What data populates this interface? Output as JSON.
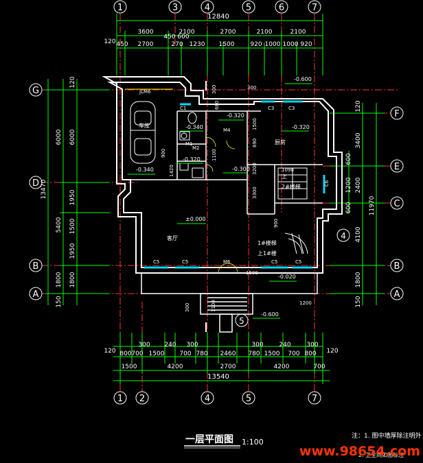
{
  "grid_top": [
    "1",
    "3",
    "4",
    "5",
    "6",
    "7"
  ],
  "grid_bottom": [
    "1",
    "2",
    "4",
    "5",
    "7"
  ],
  "grid_left": [
    "G",
    "D",
    "B",
    "A"
  ],
  "grid_right": [
    "F",
    "E",
    "C",
    "B",
    "A"
  ],
  "grid_mid": [
    "4",
    "5"
  ],
  "top_dims": {
    "total": "12840",
    "row2": [
      "3600",
      "2100",
      "2700",
      "2100",
      "2100"
    ],
    "row3": [
      "120",
      "450",
      "2700",
      "450",
      "600",
      "270",
      "1230",
      "1500",
      "920",
      "1000",
      "1000",
      "920"
    ]
  },
  "bottom_dims": {
    "row1": [
      "300",
      "240",
      "300",
      "300",
      "240",
      "300"
    ],
    "row2": [
      "120",
      "800",
      "700",
      "1500",
      "700",
      "780",
      "2460",
      "780",
      "1500",
      "700",
      "800",
      "120"
    ],
    "row3": [
      "1500",
      "4200",
      "2700",
      "4200",
      "700"
    ],
    "total": "13540"
  },
  "left_dims": {
    "total": "13470",
    "col2": [
      "6000",
      "5400",
      "1800",
      "150"
    ],
    "col3": [
      "120",
      "6000",
      "1950",
      "1500",
      "1950",
      "1800"
    ]
  },
  "right_dims": {
    "total": "11970",
    "col_inner": [
      "120",
      "3400",
      "600",
      "2400",
      "4100",
      "1800",
      "150"
    ],
    "col_mid": [
      "1200",
      "600"
    ]
  },
  "rooms": {
    "garage": "车库",
    "kitchen": "厨房",
    "living": "客厅",
    "stair_up": "上",
    "stair_label1": "2#楼梯",
    "stair_label2": "1#楼梯",
    "stair_label3": "上1#楼"
  },
  "elevations": [
    "-0.600",
    "-0.320",
    "-0.340",
    "-0.320",
    "-0.320",
    "-0.340",
    "-0.300",
    "±0.000",
    "-0.020",
    "-0.600"
  ],
  "openings": [
    "JLM6",
    "C1",
    "C3",
    "C3",
    "M4",
    "M2",
    "M1",
    "C6",
    "C5",
    "C5",
    "M6",
    "C5",
    "C5",
    "300",
    "1500",
    "900",
    "680",
    "1100",
    "1420",
    "690",
    "3300",
    "3200",
    "900",
    "300",
    "1090",
    "1500",
    "300",
    "1100",
    "1200"
  ],
  "title": "一层平面图",
  "scale": "1:100",
  "note_line1": "注：1. 图中墙厚除注明外",
  "note_line2": "2. 卫生间如图标注",
  "watermark": "www.98654.com",
  "colors": {
    "grid": "#ff3333",
    "dim": "#00ff00",
    "wall": "#ffffff",
    "text": "#ffffff",
    "accent": "#ffff00",
    "glass": "#00d8ff",
    "watermark": "#ff3300"
  }
}
